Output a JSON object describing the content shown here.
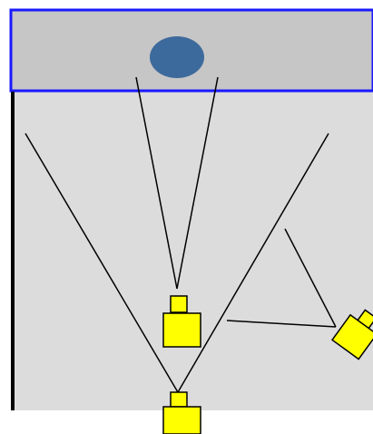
{
  "colors": {
    "page_background": "#ffffff",
    "floor": "#dcdcdc",
    "ceiling_band": "#c6c6c6",
    "ceiling_border": "#1a1aff",
    "target": "#3d6a9c",
    "camera_fill": "#ffff00",
    "camera_stroke": "#000000",
    "ray": "#000000",
    "left_wall": "#000000"
  },
  "icons": {
    "target": "ellipse-target-icon",
    "camera": "camera-icon"
  },
  "cameras": [
    {
      "id": "center-camera",
      "orientation": "up"
    },
    {
      "id": "bottom-camera",
      "orientation": "up"
    },
    {
      "id": "right-camera",
      "orientation": "tilted-left-up"
    }
  ]
}
